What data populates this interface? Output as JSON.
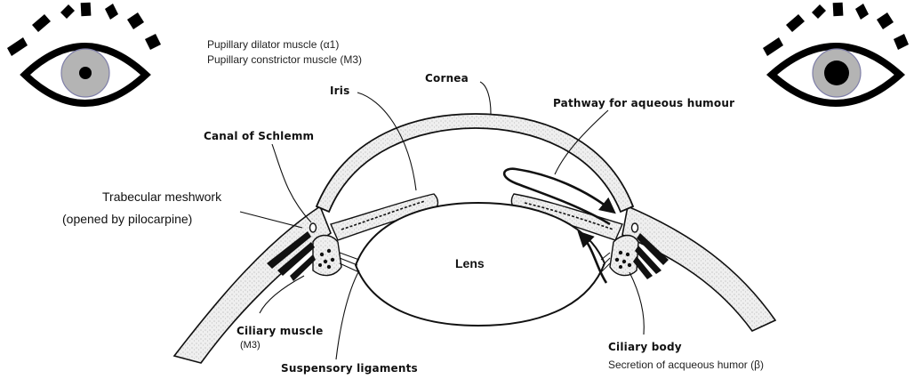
{
  "labels": {
    "pupillary_dilator": "Pupillary dilator muscle (α1)",
    "pupillary_constrictor": "Pupillary constrictor muscle (M3)",
    "cornea": "Cornea",
    "iris": "Iris",
    "pathway": "Pathway for aqueous humour",
    "canal": "Canal of Schlemm",
    "trabecular_line1": "Trabecular meshwork",
    "trabecular_line2": "(opened by pilocarpine)",
    "lens": "Lens",
    "ciliary_muscle": "Ciliary muscle",
    "ciliary_muscle_receptor": "(M3)",
    "suspensory": "Suspensory ligaments",
    "ciliary_body": "Ciliary body",
    "secretion": "Secretion of acqueous humor (β)"
  },
  "icons": {
    "left_eye": "eye-icon-dilated-pupil",
    "right_eye": "eye-icon-constricted-pupil"
  },
  "colors": {
    "iris_gray": "#b4b4b4",
    "tissue_fill": "#ececec",
    "line": "#111111"
  }
}
